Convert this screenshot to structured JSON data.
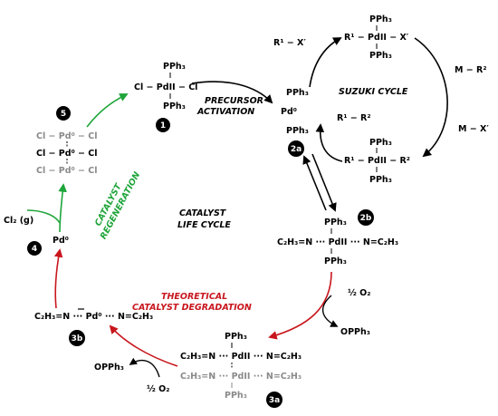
{
  "colors": {
    "black": "#000000",
    "green": "#1fa53a",
    "red": "#c8161d",
    "gray": "#8a8a8a"
  },
  "labels": {
    "precursor_line1": "PRECURSOR",
    "precursor_line2": "ACTIVATION",
    "suzuki": "SUZUKI CYCLE",
    "life_line1": "CATALYST",
    "life_line2": "LIFE CYCLE",
    "regen_line1": "CATALYST",
    "regen_line2": "REGENERATION",
    "degr_line1": "THEORETICAL",
    "degr_line2": "CATALYST DEGRADATION"
  },
  "badges": {
    "b1": "1",
    "b2a": "2a",
    "b2b": "2b",
    "b3a": "3a",
    "b3b": "3b",
    "b4": "4",
    "b5": "5"
  },
  "chem": {
    "c1_top": "PPh₃",
    "c1_mid": "Cl − PdII − Cl",
    "c1_bot": "PPh₃",
    "c2a_top": "PPh₃",
    "c2a_mid": "Pd⁰",
    "c2a_bot": "PPh₃",
    "ox_top": "PPh₃",
    "ox_mid": "R¹ − PdII − X′",
    "ox_bot": "PPh₃",
    "tm_top": "PPh₃",
    "tm_mid": "R¹ − PdII − R²",
    "tm_bot": "PPh₃",
    "r1x": "R¹ − X′",
    "mr2": "M − R²",
    "mx": "M − X′",
    "r1r2": "R¹ − R²",
    "c2b_top": "PPh₃",
    "c2b_mid": "C₂H₃=N ··· PdII ··· N=C₂H₃",
    "c2b_bot": "PPh₃",
    "half_o2_a": "½ O₂",
    "opph3_a": "OPPh₃",
    "c3a_top": "PPh₃",
    "c3a_row1": "C₂H₃=N ··· PdII ··· N=C₂H₃",
    "c3a_row2": "C₂H₃=N ··· PdII ··· N=C₂H₃",
    "c3a_bot": "PPh₃",
    "opph3_b": "OPPh₃",
    "half_o2_b": "½ O₂",
    "c3b": "C₂H₃=N ··· Pd⁰ ··· N=C₂H₃",
    "c4": "Pd⁰",
    "cl2": "Cl₂ (g)",
    "c5_row1": "Cl − Pd⁰ − Cl",
    "c5_row2": "Cl − Pd⁰ − Cl",
    "c5_row3": "Cl − Pd⁰ − Cl"
  }
}
